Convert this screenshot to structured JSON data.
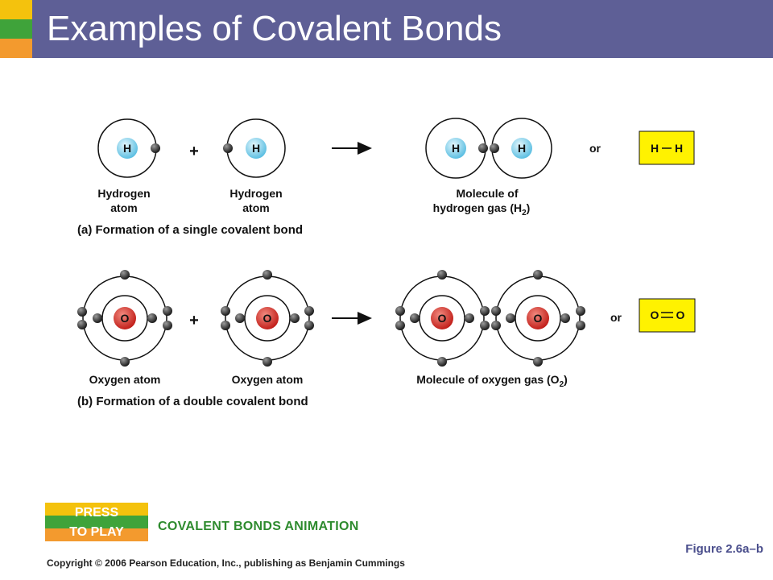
{
  "slide": {
    "title": "Examples of Covalent Bonds",
    "accent_colors": [
      "#f4c20d",
      "#3fa33a",
      "#f39a2e"
    ],
    "title_bar_color": "#5e5f96"
  },
  "figure": {
    "part_a": {
      "label_atom1": "Hydrogen atom",
      "label_atom1_line1": "Hydrogen",
      "label_atom1_line2": "atom",
      "label_atom2_line1": "Hydrogen",
      "label_atom2_line2": "atom",
      "label_molecule_line1": "Molecule of",
      "label_molecule_line2": "hydrogen gas (H",
      "label_molecule_sub": "2",
      "label_molecule_end": ")",
      "nucleus_symbol": "H",
      "plus": "+",
      "or": "or",
      "formula_left": "H",
      "formula_right": "H",
      "caption": "(a) Formation of a single covalent bond"
    },
    "part_b": {
      "label_atom1": "Oxygen atom",
      "label_atom2": "Oxygen atom",
      "label_molecule": "Molecule of oxygen gas (O",
      "label_molecule_sub": "2",
      "label_molecule_end": ")",
      "nucleus_symbol": "O",
      "plus": "+",
      "or": "or",
      "formula_left": "O",
      "formula_right": "O",
      "caption": "(b) Formation of a double covalent bond"
    },
    "colors": {
      "hydrogen_nucleus": "#7fd0ec",
      "oxygen_nucleus": "#d8332a",
      "electron": "#333333",
      "formula_box": "#fff200"
    }
  },
  "footer": {
    "press_line1": "PRESS",
    "press_line2": "TO PLAY",
    "animation_link": "COVALENT BONDS ANIMATION",
    "figure_label": "Figure 2.6a–b",
    "copyright": "Copyright © 2006 Pearson Education, Inc., publishing as Benjamin Cummings"
  }
}
